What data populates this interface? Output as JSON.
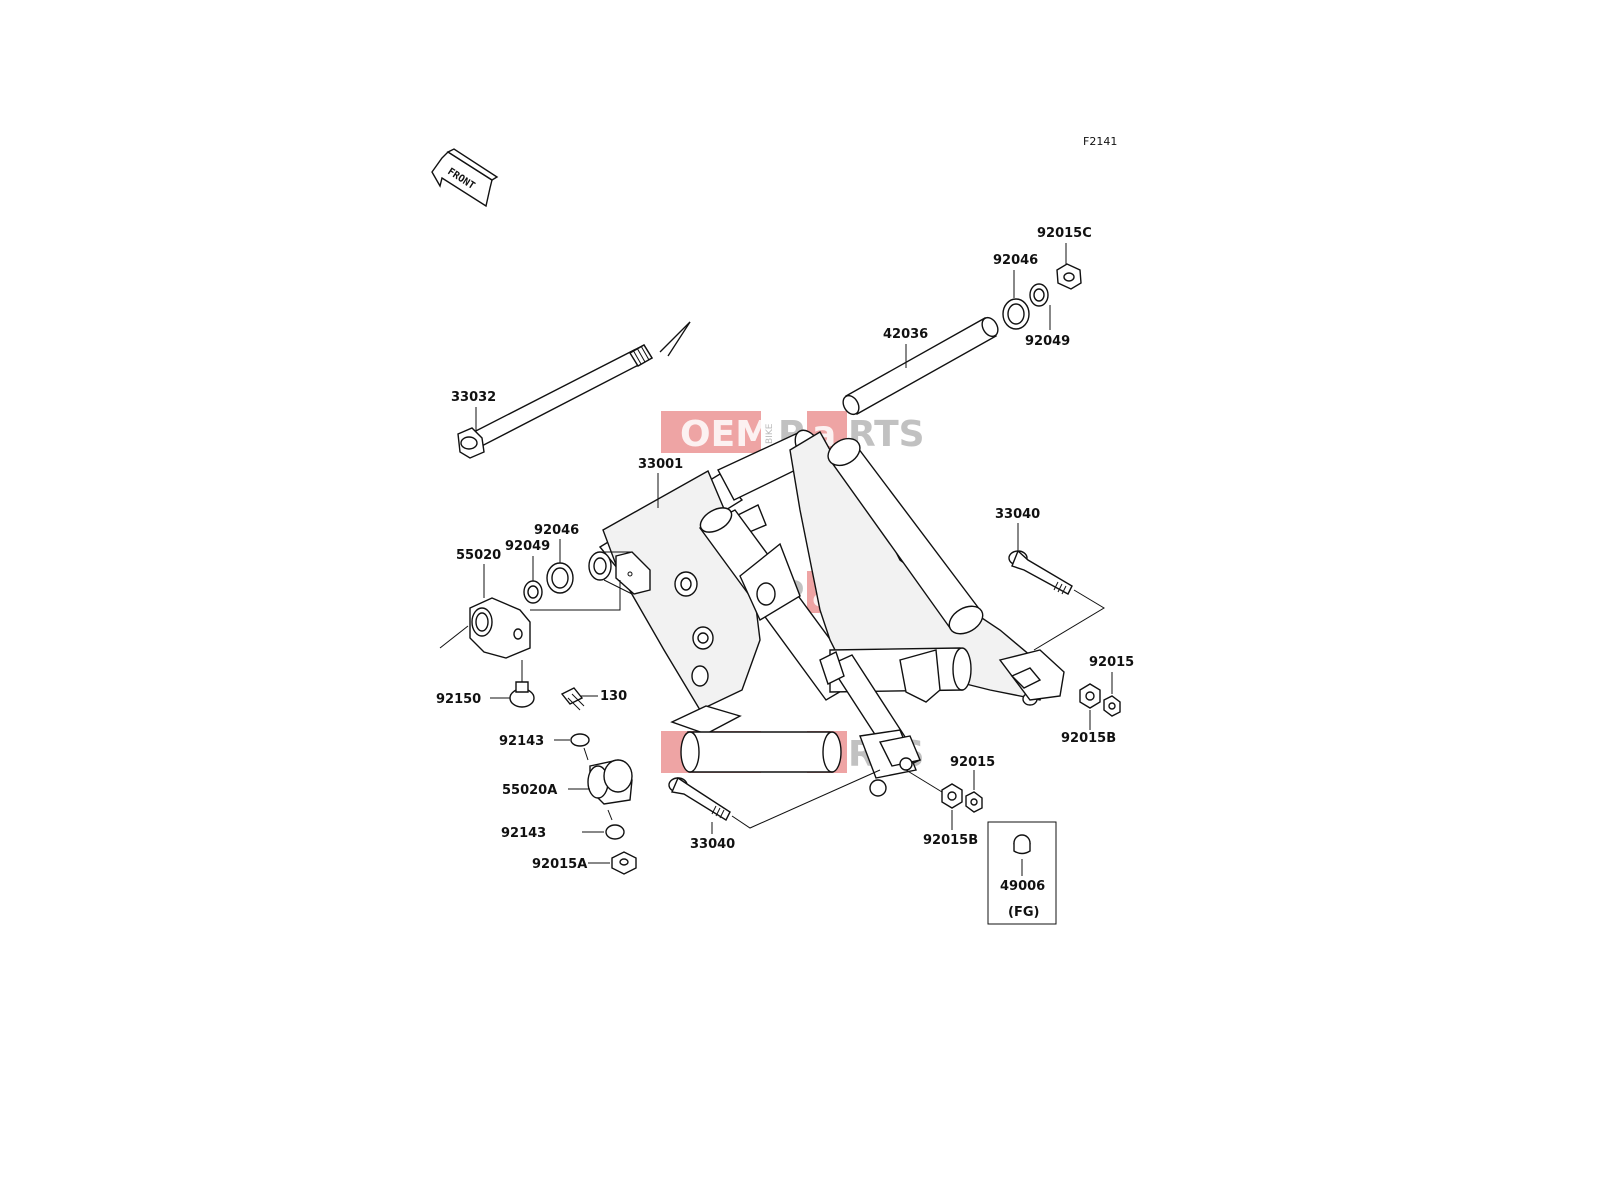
{
  "diagram": {
    "figure_code": "F2141",
    "front_label": "FRONT",
    "watermark": {
      "left": "OEM",
      "middle": "BIKE",
      "right_a": "P",
      "right_b": "a",
      "right_c": "RTS"
    },
    "labels": {
      "p33032": "33032",
      "p42036": "42036",
      "p92046_top": "92046",
      "p92015C": "92015C",
      "p92049_top": "92049",
      "p33001": "33001",
      "p92046_left": "92046",
      "p92049_left": "92049",
      "p55020": "55020",
      "p33040_right": "33040",
      "p92015_right": "92015",
      "p92015B_right": "92015B",
      "p92150": "92150",
      "p130": "130",
      "p92143_top": "92143",
      "p55020A": "55020A",
      "p92143_bottom": "92143",
      "p92015A": "92015A",
      "p33040_bottom": "33040",
      "p92015_bottom": "92015",
      "p92015B_bottom": "92015B",
      "p49006": "49006",
      "p_fg": "(FG)"
    }
  }
}
